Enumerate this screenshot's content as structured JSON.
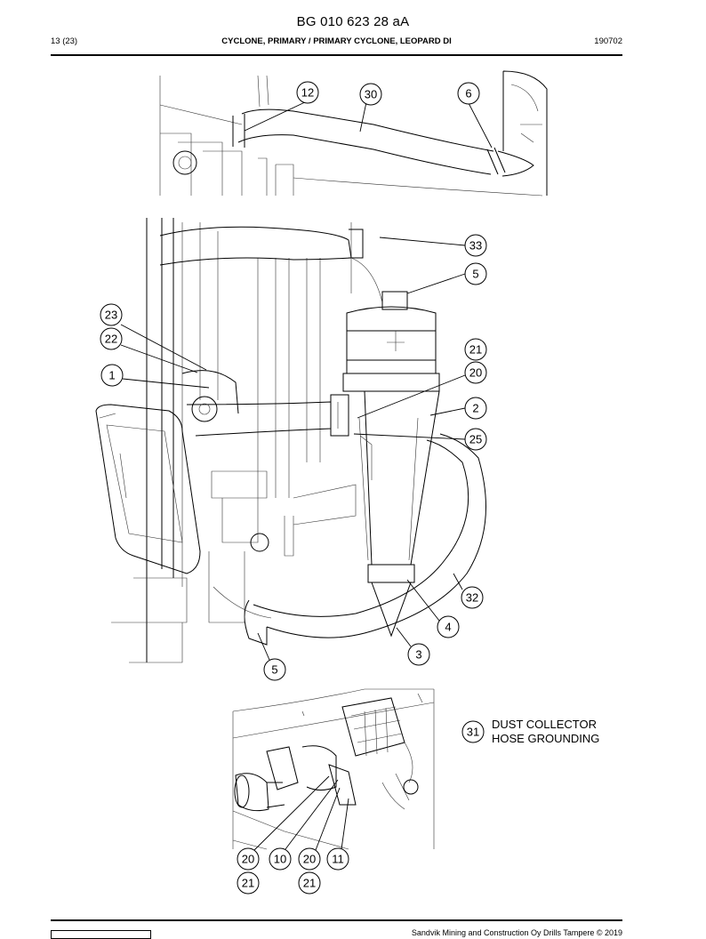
{
  "header": {
    "doc_number": "BG 010 623 28 aA",
    "page": "13 (23)",
    "title": "CYCLONE, PRIMARY / PRIMARY CYCLONE, LEOPARD DI",
    "date": "190702"
  },
  "callouts": {
    "c12": "12",
    "c30": "30",
    "c6": "6",
    "c33": "33",
    "c5a": "5",
    "c23": "23",
    "c22": "22",
    "c1": "1",
    "c21a": "21",
    "c20a": "20",
    "c2": "2",
    "c25": "25",
    "c32": "32",
    "c4": "4",
    "c3": "3",
    "c5b": "5",
    "c31": "31",
    "c20b": "20",
    "c10": "10",
    "c20c": "20",
    "c11": "11",
    "c21b": "21",
    "c21c": "21"
  },
  "note": {
    "line1": "DUST COLLECTOR",
    "line2": "HOSE GROUNDING"
  },
  "footer": {
    "copyright": "Sandvik Mining and Construction Oy Drills Tampere © 2019"
  }
}
